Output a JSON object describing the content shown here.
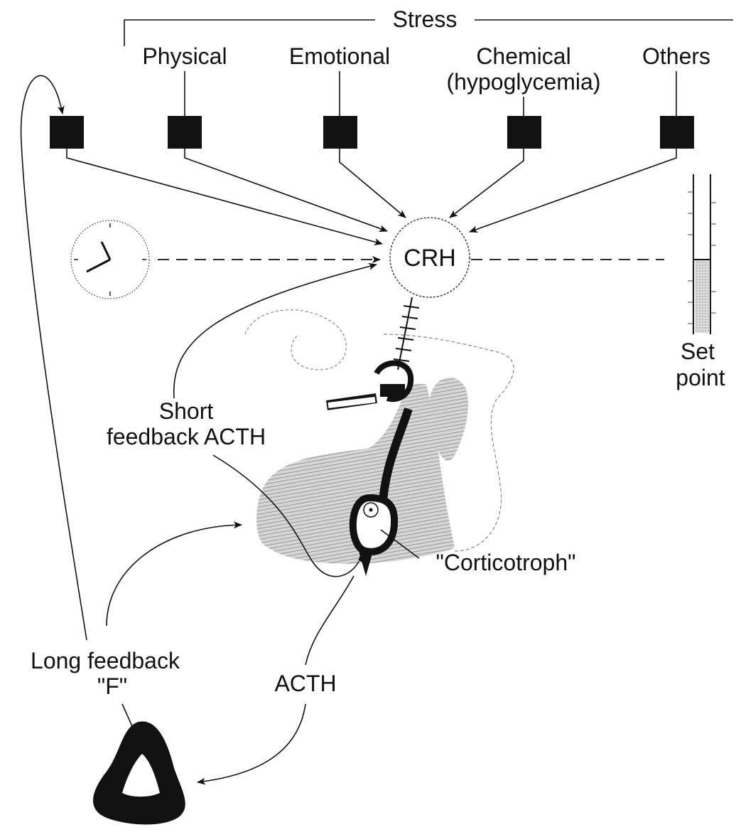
{
  "stress": {
    "title": "Stress",
    "categories": [
      {
        "name": "Physical"
      },
      {
        "name": "Emotional"
      },
      {
        "name": "Chemical",
        "sub": "(hypoglycemia)"
      },
      {
        "name": "Others"
      }
    ]
  },
  "center": {
    "label": "CRH"
  },
  "set_point": {
    "line1": "Set",
    "line2": "point"
  },
  "short_feedback": {
    "line1": "Short",
    "line2": "feedback ACTH"
  },
  "corticotroph": {
    "label": "\"Corticotroph\""
  },
  "long_feedback": {
    "line1": "Long feedback",
    "line2": "\"F\""
  },
  "acth": {
    "label": "ACTH"
  },
  "colors": {
    "ink": "#111111",
    "shade": "#bdbdbd",
    "paper": "#ffffff"
  }
}
